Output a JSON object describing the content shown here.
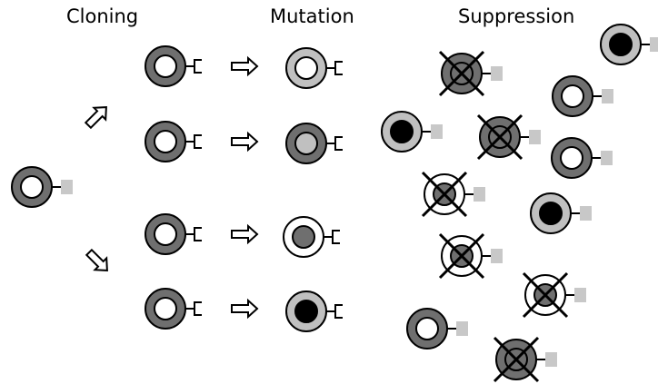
{
  "labels": {
    "cloning": "Cloning",
    "mutation": "Mutation",
    "suppression": "Suppression"
  },
  "colors": {
    "dark_gray": "#6f6f6f",
    "light_gray": "#c0c0c0",
    "receptor_gray": "#c8c8c8",
    "white": "#ffffff",
    "black": "#000000"
  },
  "icons": {
    "cell": "immune-cell-icon",
    "arrow": "hollow-arrow-icon",
    "cross": "x-mark-icon"
  }
}
